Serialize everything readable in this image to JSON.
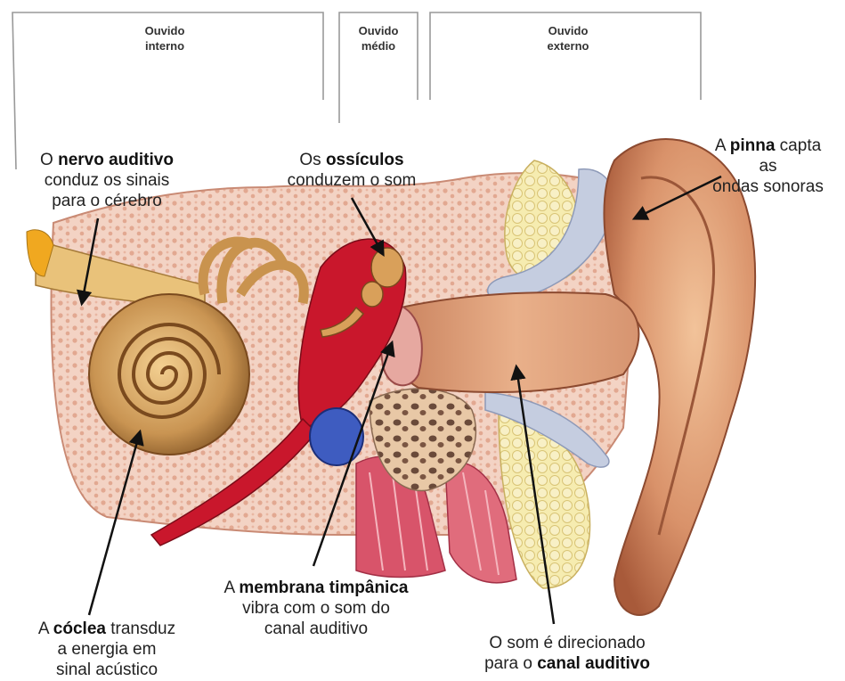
{
  "sections": {
    "inner": {
      "line1": "Ouvido",
      "line2": "interno"
    },
    "middle": {
      "line1": "Ouvido",
      "line2": "médio"
    },
    "outer": {
      "line1": "Ouvido",
      "line2": "externo"
    }
  },
  "labels": {
    "nerve": {
      "pre": "O ",
      "bold": "nervo auditivo",
      "post": "",
      "line2": "conduz os sinais",
      "line3": "para o cérebro"
    },
    "ossicles": {
      "pre": "Os ",
      "bold": "ossículos",
      "post": "",
      "line2": "conduzem o som"
    },
    "pinna": {
      "pre": "A ",
      "bold": "pinna",
      "post": " capta",
      "line2": "as",
      "line3": "ondas sonoras"
    },
    "cochlea": {
      "pre": "A ",
      "bold": "cóclea",
      "post": " transduz",
      "line2": "a energia em",
      "line3": "sinal acústico"
    },
    "membrane": {
      "pre": "A ",
      "bold": "membrana timpânica",
      "post": "",
      "line2": "vibra com o som do",
      "line3": "canal auditivo"
    },
    "canal": {
      "line1": "O som é direcionado",
      "pre": "para o ",
      "bold": "canal auditivo",
      "post": ""
    }
  }
}
